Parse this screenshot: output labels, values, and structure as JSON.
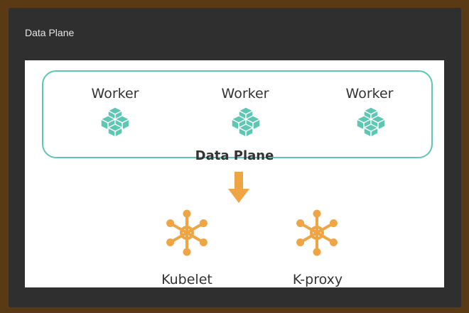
{
  "card": {
    "title": "Data Plane"
  },
  "diagram": {
    "workers": [
      {
        "label": "Worker",
        "icon": "cube-cluster-icon"
      },
      {
        "label": "Worker",
        "icon": "cube-cluster-icon"
      },
      {
        "label": "Worker",
        "icon": "cube-cluster-icon"
      }
    ],
    "group_label": "Data Plane",
    "arrow_icon": "down-arrow-icon",
    "components": [
      {
        "label": "Kubelet",
        "icon": "hub-network-icon"
      },
      {
        "label": "K-proxy",
        "icon": "hub-network-icon"
      }
    ],
    "colors": {
      "teal": "#5cc7b3",
      "orange": "#f0a545",
      "card_background": "#2f2f2f",
      "page_background": "#5a3a14"
    }
  }
}
